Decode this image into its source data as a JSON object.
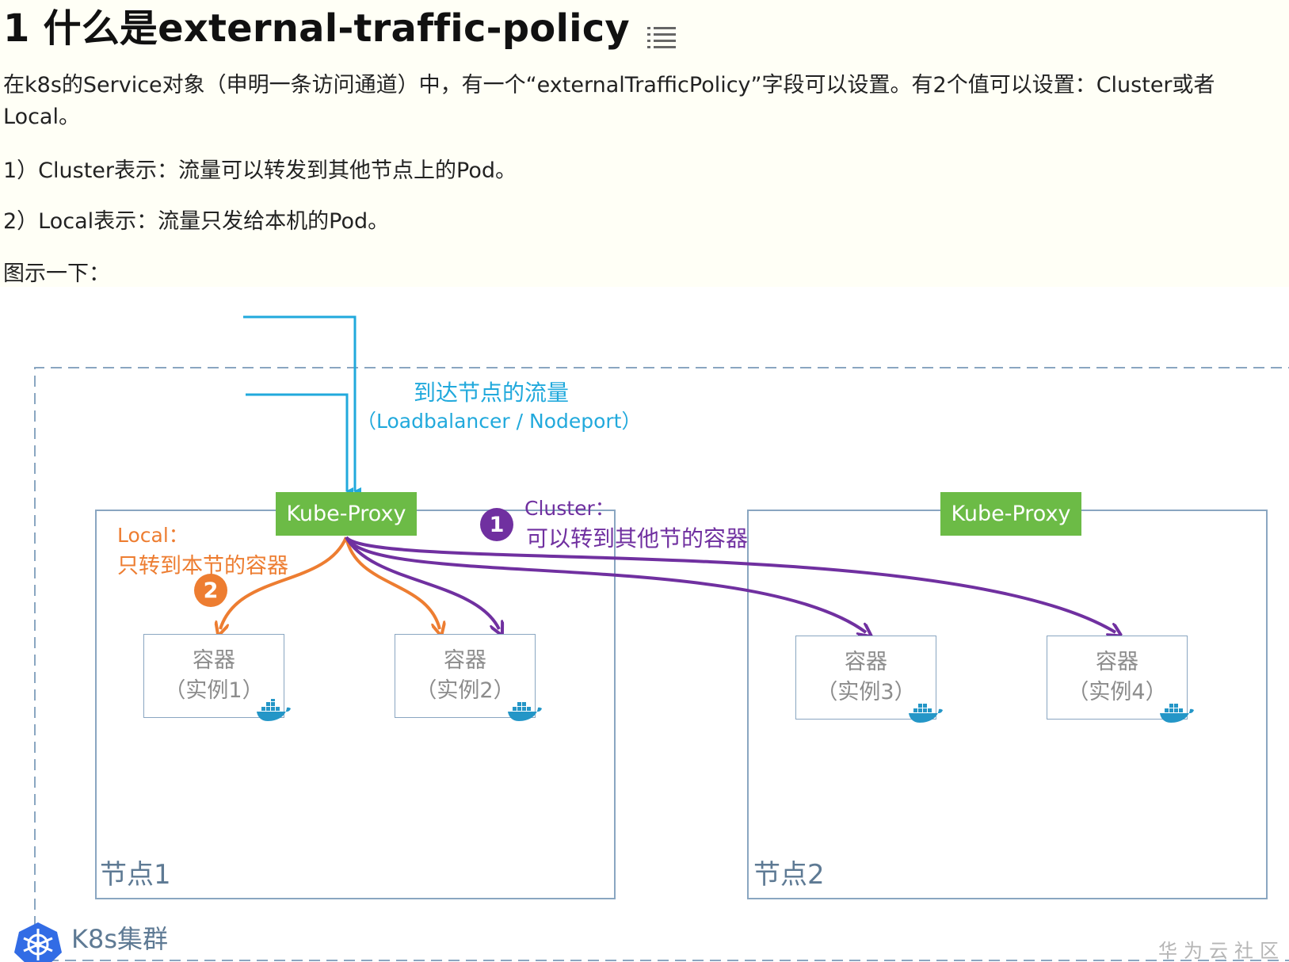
{
  "article": {
    "heading": "1 什么是external-traffic-policy",
    "toc_icon": "list-icon",
    "paragraphs": [
      "在k8s的Service对象（申明一条访问通道）中，有一个“externalTrafficPolicy”字段可以设置。有2个值可以设置：Cluster或者",
      "Local。",
      "1）Cluster表示：流量可以转发到其他节点上的Pod。",
      "2）Local表示：流量只发给本机的Pod。",
      "图示一下："
    ]
  },
  "diagram": {
    "traffic_title": "到达节点的流量",
    "traffic_subtitle": "（Loadbalancer / Nodeport）",
    "kube_proxy_1": "Kube-Proxy",
    "kube_proxy_2": "Kube-Proxy",
    "local_label": "Local：",
    "local_desc": "只转到本节的容器",
    "local_badge": "2",
    "cluster_label": "Cluster：",
    "cluster_desc": "可以转到其他节的容器",
    "cluster_badge": "1",
    "containers": [
      {
        "line1": "容器",
        "line2": "（实例1）"
      },
      {
        "line1": "容器",
        "line2": "（实例2）"
      },
      {
        "line1": "容器",
        "line2": "（实例3）"
      },
      {
        "line1": "容器",
        "line2": "（实例4）"
      }
    ],
    "node1_label": "节点1",
    "node2_label": "节点2",
    "cluster_name": "K8s集群",
    "watermark": "华为云社区",
    "colors": {
      "traffic": "#21a9dc",
      "kube_proxy": "#6cbb46",
      "local": "#ed7d31",
      "cluster": "#7030a0",
      "node_border": "#8aa6c1",
      "k8s_logo": "#326ce5"
    }
  }
}
